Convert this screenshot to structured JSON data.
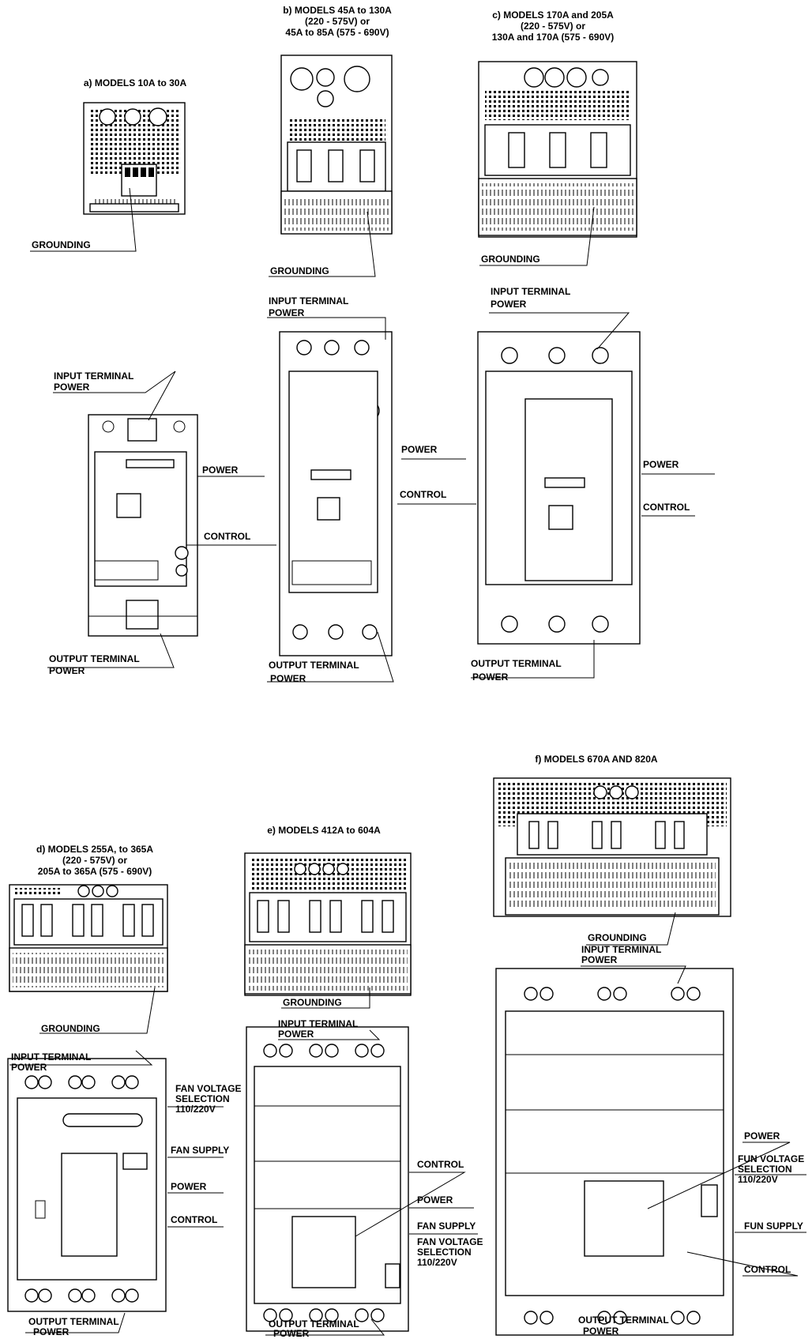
{
  "titles": {
    "a": "a) MODELS 10A to 30A",
    "b": [
      "b) MODELS 45A to 130A",
      "(220 - 575V) or",
      "45A to 85A (575 - 690V)"
    ],
    "c": [
      "c) MODELS 170A and 205A",
      "(220 - 575V) or",
      "130A and 170A (575 - 690V)"
    ],
    "d": [
      "d) MODELS 255A, to 365A",
      "(220 - 575V) or",
      "205A to 365A (575 - 690V)"
    ],
    "e": "e) MODELS 412A to 604A",
    "f": "f) MODELS 670A AND 820A"
  },
  "labels": {
    "grounding": "GROUNDING",
    "input_terminal": "INPUT TERMINAL",
    "output_terminal": "OUTPUT TERMINAL",
    "power": "POWER",
    "control": "CONTROL",
    "fan_voltage": "FAN VOLTAGE",
    "fun_voltage": "FUN VOLTAGE",
    "selection": "SELECTION",
    "voltage_range": "110/220V",
    "fan_supply": "FAN SUPPLY",
    "fun_supply": "FUN SUPPLY"
  }
}
